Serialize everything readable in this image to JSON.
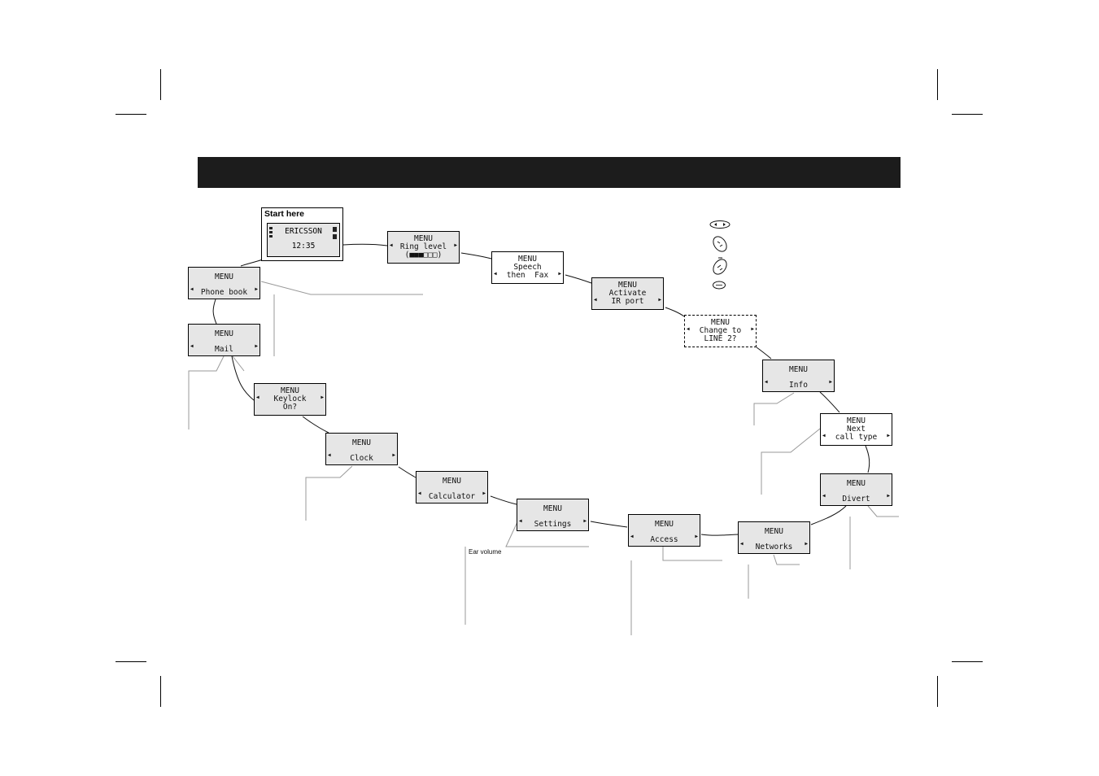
{
  "start": {
    "title": "Start here",
    "operator": "ERICSSON",
    "time": "12:35"
  },
  "menus": [
    {
      "id": "ring-level",
      "lines": [
        "MENU",
        "Ring level",
        "(■■■□□□)"
      ]
    },
    {
      "id": "speech-fax",
      "lines": [
        "MENU",
        "Speech",
        "then  Fax"
      ]
    },
    {
      "id": "ir-port",
      "lines": [
        "MENU",
        "Activate",
        "IR port"
      ]
    },
    {
      "id": "change-line",
      "lines": [
        "MENU",
        "Change to",
        "LINE 2?"
      ]
    },
    {
      "id": "info",
      "lines": [
        "MENU",
        "Info"
      ]
    },
    {
      "id": "next-call-type",
      "lines": [
        "MENU",
        "Next",
        "call type"
      ]
    },
    {
      "id": "divert",
      "lines": [
        "MENU",
        "Divert"
      ]
    },
    {
      "id": "networks",
      "lines": [
        "MENU",
        "Networks"
      ]
    },
    {
      "id": "access",
      "lines": [
        "MENU",
        "Access"
      ]
    },
    {
      "id": "settings",
      "lines": [
        "MENU",
        "Settings"
      ]
    },
    {
      "id": "calculator",
      "lines": [
        "MENU",
        "Calculator"
      ]
    },
    {
      "id": "clock",
      "lines": [
        "MENU",
        "Clock"
      ]
    },
    {
      "id": "keylock",
      "lines": [
        "MENU",
        "Keylock",
        "On?"
      ]
    },
    {
      "id": "mail",
      "lines": [
        "MENU",
        "Mail"
      ]
    },
    {
      "id": "phone-book",
      "lines": [
        "MENU",
        "Phone book"
      ]
    }
  ],
  "callouts": {
    "ear_volume": "Ear volume"
  },
  "legend_icons": [
    "left-right-arrow-key-icon",
    "yes-key-icon",
    "no-key-icon",
    "clr-key-icon"
  ],
  "colors": {
    "header": "#1c1c1c",
    "screen": "#e6e6e6",
    "callout_line": "#999999"
  }
}
